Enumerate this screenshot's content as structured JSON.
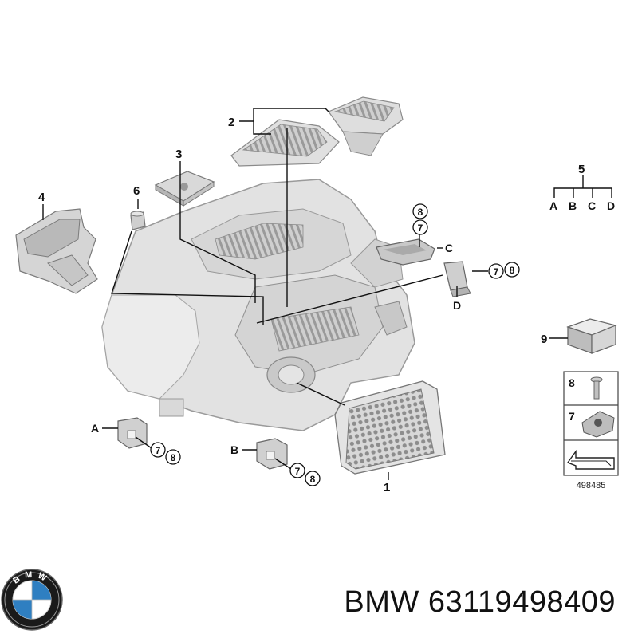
{
  "diagram": {
    "callouts": {
      "n1": "1",
      "n2": "2",
      "n3": "3",
      "n4": "4",
      "n5": "5",
      "n6": "6",
      "n9": "9",
      "n7": "7",
      "n8": "8"
    },
    "letters": {
      "a": "A",
      "b": "B",
      "c": "C",
      "d": "D"
    },
    "legend_numbers": {
      "eight": "8",
      "seven": "7"
    },
    "legend_code": "498485"
  },
  "branding": {
    "logo_letters": "BMW",
    "caption": "BMW 63119498409"
  },
  "colors": {
    "part_fill": "#dcdcdc",
    "part_stroke": "#8a8a8a",
    "line": "#111111",
    "logo_blue": "#2f7fc1"
  }
}
